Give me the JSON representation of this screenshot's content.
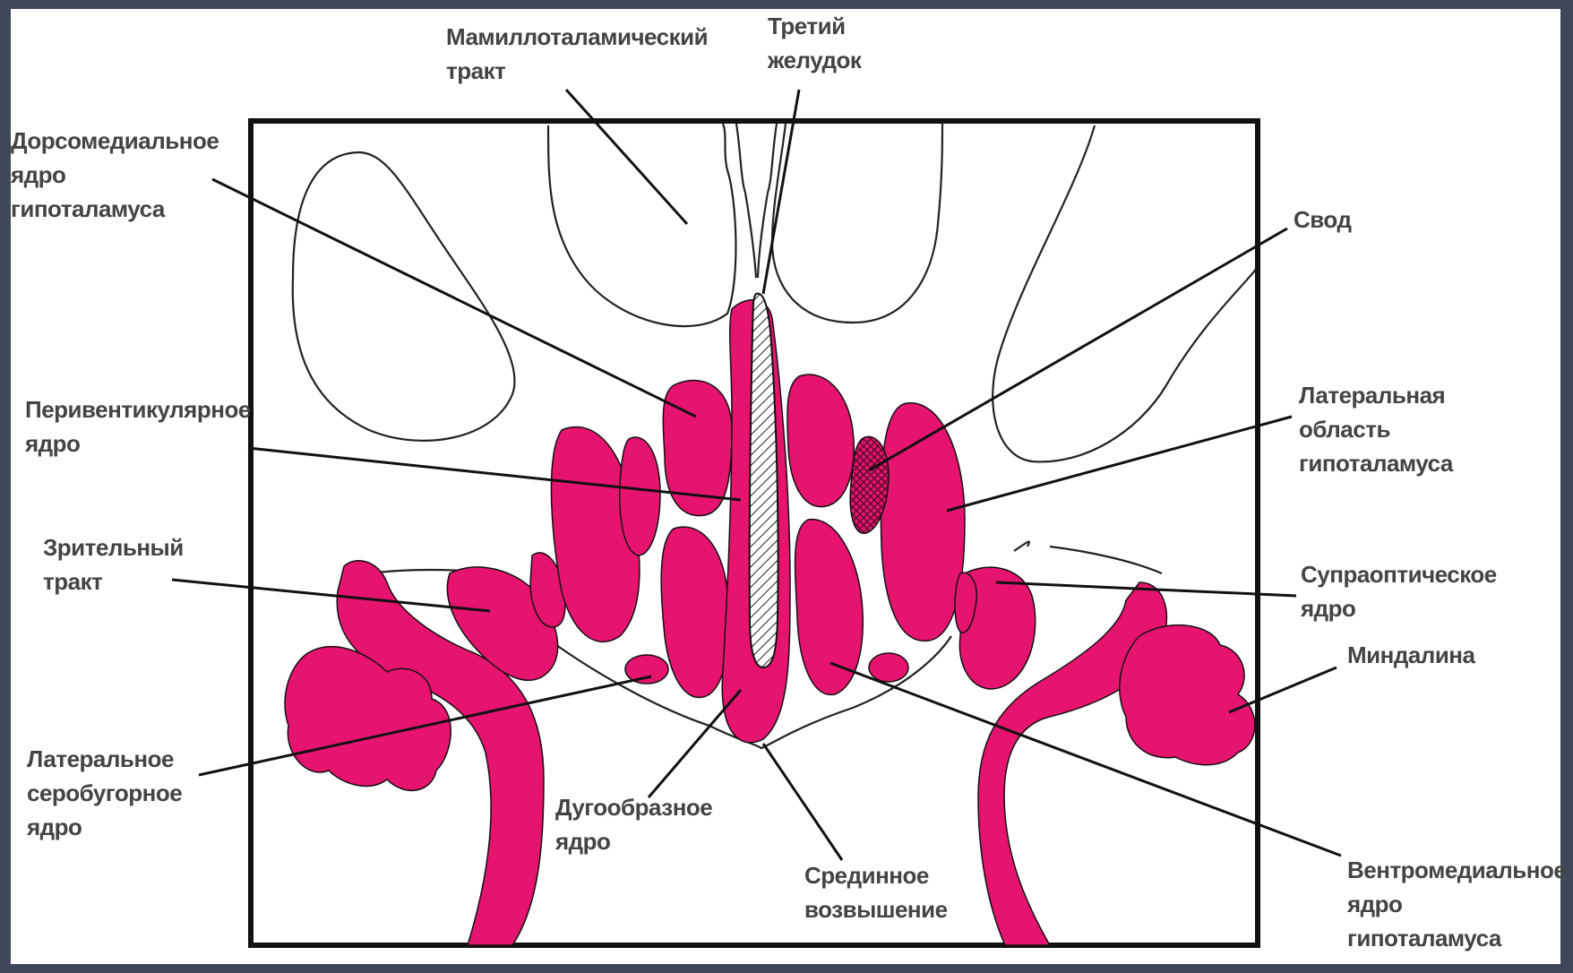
{
  "colors": {
    "background": "#3f4858",
    "canvas": "#ffffff",
    "nucleus_fill": "#e6136f",
    "outline": "#111111",
    "label_text": "#444444"
  },
  "labels": {
    "mamillothalamic": {
      "line1": "Мамиллоталамический",
      "line2": "тракт"
    },
    "third_ventricle": {
      "line1": "Третий",
      "line2": "желудок"
    },
    "dorsomedial": {
      "line1": "Дорсомедиальное",
      "line2": "ядро",
      "line3": "гипоталамуса"
    },
    "fornix": {
      "line1": "Свод"
    },
    "periventricular": {
      "line1": "Перивентикулярное",
      "line2": "ядро"
    },
    "lateral_area": {
      "line1": "Латеральная",
      "line2": "область",
      "line3": "гипоталамуса"
    },
    "optic_tract": {
      "line1": "Зрительный",
      "line2": "тракт"
    },
    "supraoptic": {
      "line1": "Супраоптическое",
      "line2": "ядро"
    },
    "amygdala": {
      "line1": "Миндалина"
    },
    "lateral_tuberal": {
      "line1": "Латеральное",
      "line2": "серобугорное",
      "line3": "ядро"
    },
    "arcuate": {
      "line1": "Дугообразное",
      "line2": "ядро"
    },
    "median_eminence": {
      "line1": "Срединное",
      "line2": "возвышение"
    },
    "ventromedial": {
      "line1": "Вентромедиальное",
      "line2": "ядро",
      "line3": "гипоталамуса"
    }
  }
}
